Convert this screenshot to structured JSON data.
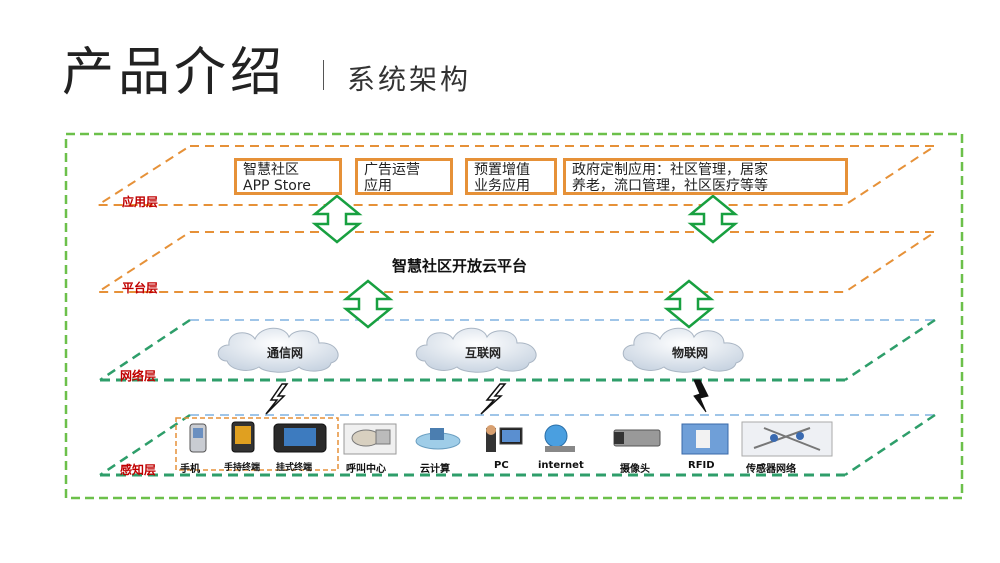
{
  "header": {
    "title": "产品介绍",
    "subtitle": "系统架构"
  },
  "layers": {
    "application": "应用层",
    "platform": "平台层",
    "network": "网络层",
    "perception": "感知层"
  },
  "apps": [
    {
      "label": "智慧社区\nAPP Store"
    },
    {
      "label": "广告运营\n应用"
    },
    {
      "label": "预置增值\n业务应用"
    },
    {
      "label": "政府定制应用：社区管理，居家\n养老，流口管理，社区医疗等等"
    }
  ],
  "platform_label": "智慧社区开放云平台",
  "networks": [
    "通信网",
    "互联网",
    "物联网"
  ],
  "devices": [
    "手机",
    "手持终端",
    "挂式终端",
    "呼叫中心",
    "云计算",
    "PC",
    "internet",
    "摄像头",
    "RFID",
    "传感器网络"
  ],
  "colors": {
    "outer_border": "#6cc04a",
    "app_layer": "#e69138",
    "network_layer": "#2e9e6a",
    "arrow": "#18a040",
    "label": "#c00000",
    "sensing_top": "#9fc5e8"
  }
}
